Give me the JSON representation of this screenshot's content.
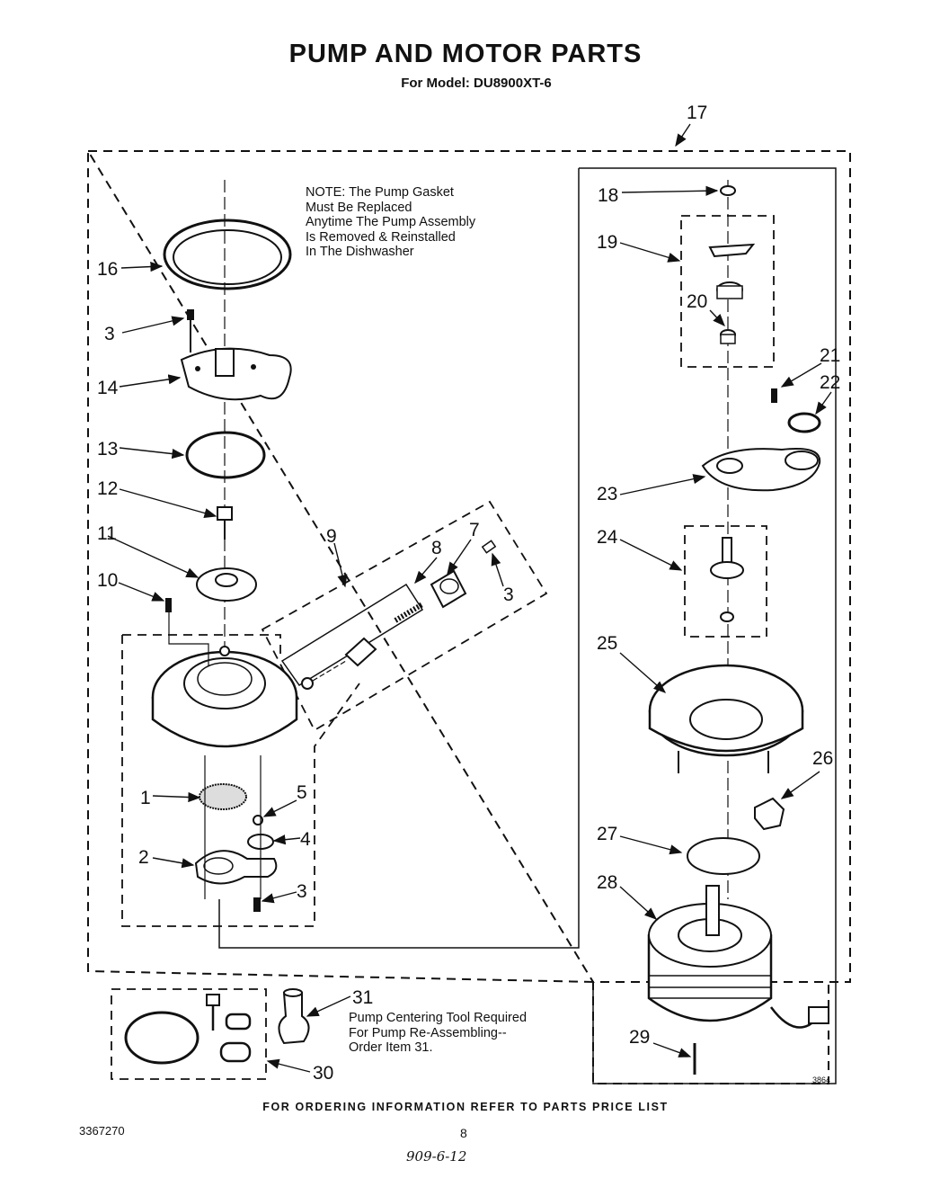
{
  "header": {
    "title": "PUMP AND MOTOR PARTS",
    "subtitle": "For Model: DU8900XT-6"
  },
  "notes": {
    "gasket_note": [
      "NOTE: The Pump Gasket",
      "Must Be Replaced",
      "Anytime The Pump Assembly",
      "Is Removed & Reinstalled",
      "In The Dishwasher"
    ],
    "centering_note": [
      "Pump Centering Tool Required",
      "For Pump Re-Assembling--",
      "Order Item 31."
    ]
  },
  "callouts": [
    "17",
    "18",
    "19",
    "20",
    "16",
    "3",
    "14",
    "13",
    "12",
    "11",
    "10",
    "9",
    "8",
    "7",
    "3",
    "21",
    "22",
    "23",
    "24",
    "25",
    "1",
    "5",
    "4",
    "2",
    "3",
    "26",
    "27",
    "28",
    "31",
    "30",
    "29"
  ],
  "footer": {
    "ordering_text": "FOR ORDERING INFORMATION REFER TO PARTS PRICE LIST",
    "doc_number": "3367270",
    "page_number": "8",
    "handwritten": "909-6-12",
    "image_code": "3864"
  },
  "colors": {
    "line": "#111111",
    "paper": "#ffffff"
  }
}
